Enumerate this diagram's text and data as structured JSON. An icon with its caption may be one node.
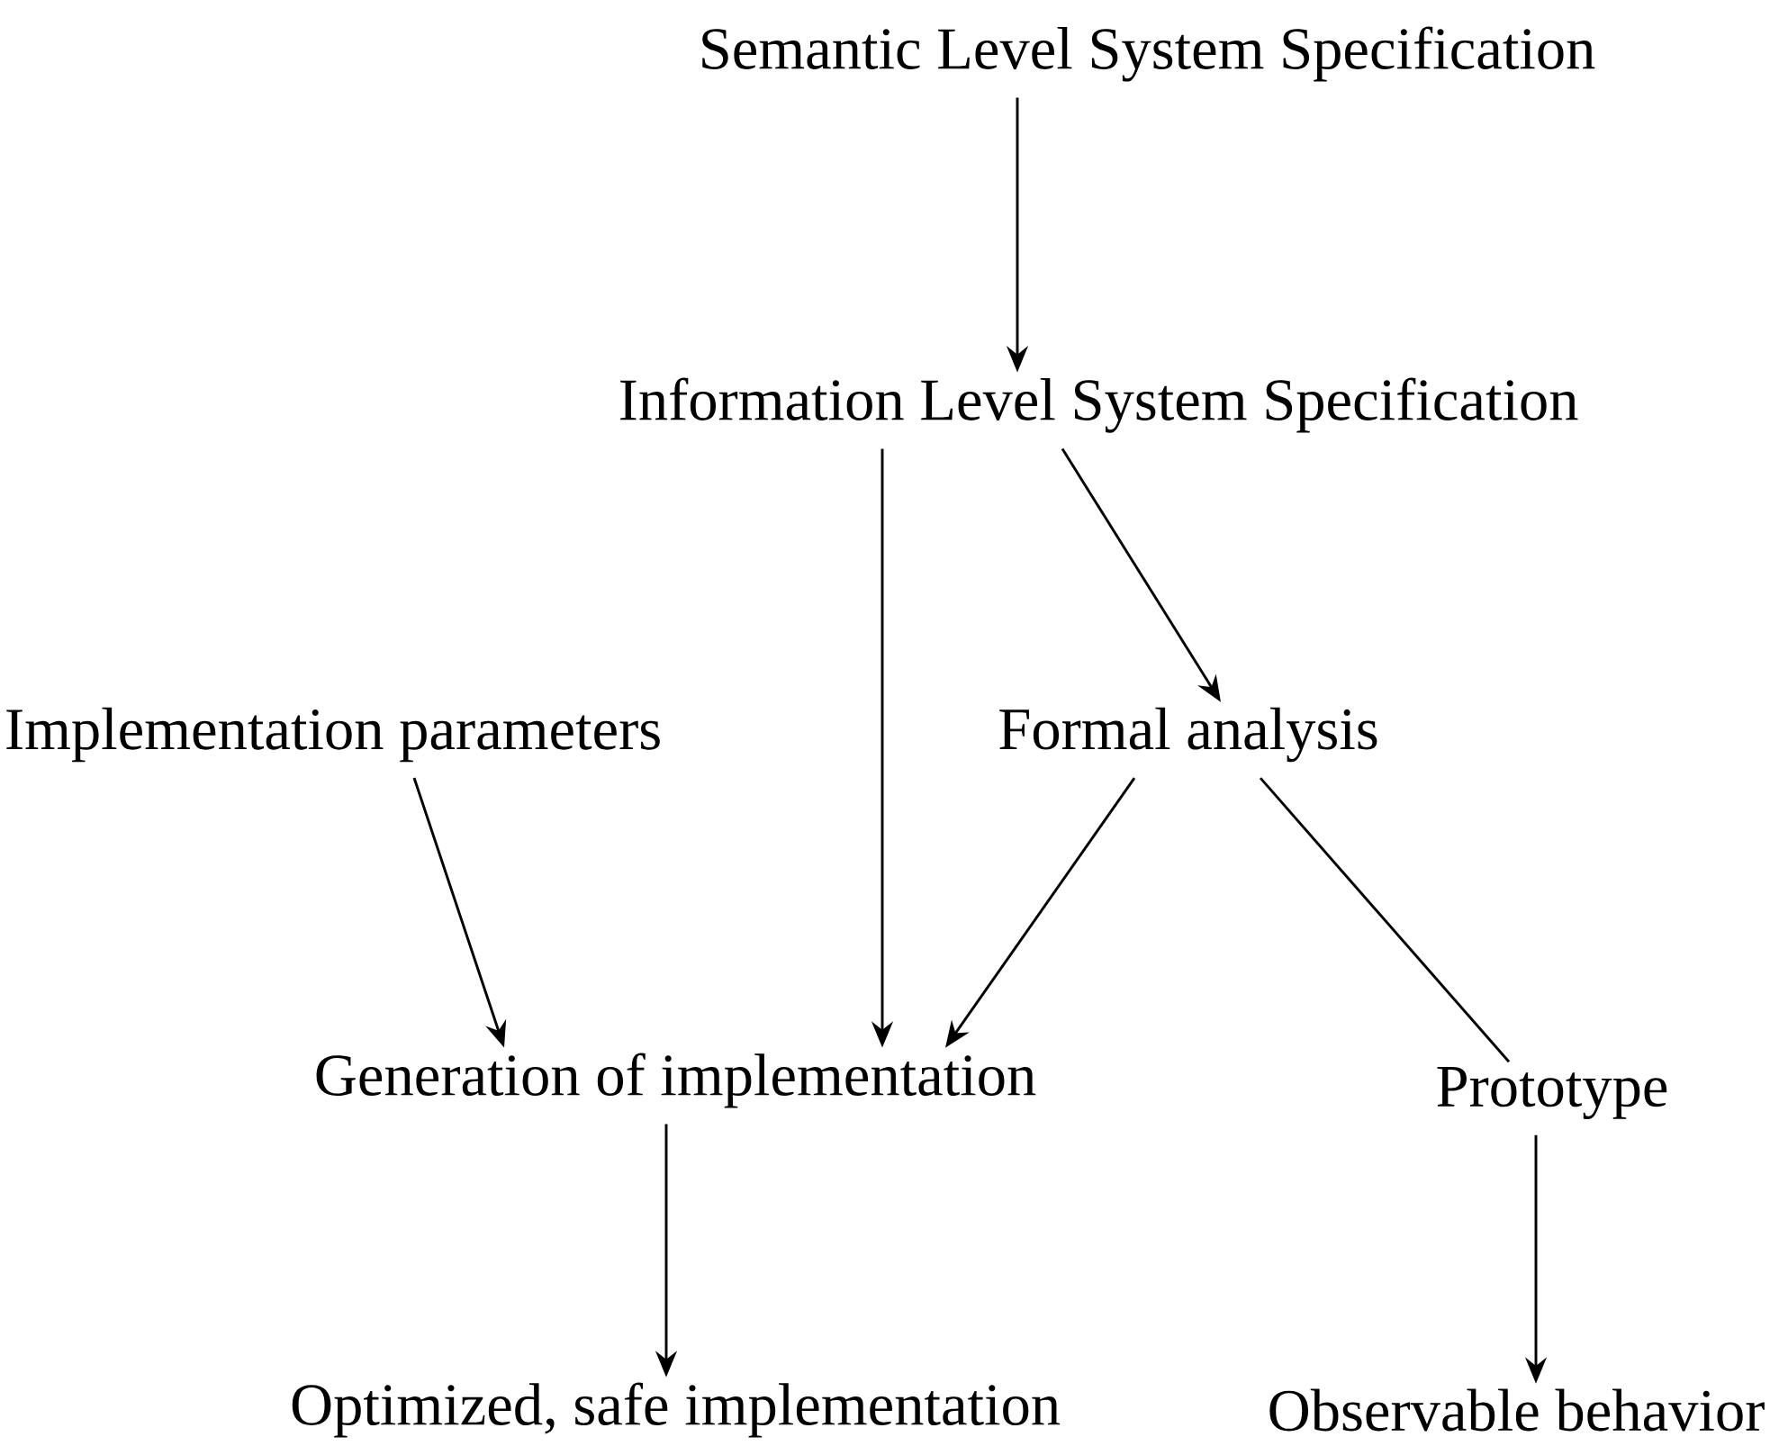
{
  "diagram": {
    "nodes": [
      {
        "text": [
          "Semantic Level System Specification"
        ]
      },
      {
        "text": [
          "Information Level System Specification"
        ]
      },
      {
        "text": [
          "Implementation parameters"
        ]
      },
      {
        "text": [
          "Formal analysis"
        ]
      },
      {
        "text": [
          "Generation of implementation"
        ]
      },
      {
        "text": [
          "Prototype"
        ]
      },
      {
        "text": [
          "Optimized, safe implementation"
        ]
      },
      {
        "text": [
          "Observable behavior"
        ]
      }
    ],
    "edges": [
      {
        "from": 0,
        "to": 1,
        "arrow": "to"
      },
      {
        "from": 1,
        "to": 4,
        "arrow": "to"
      },
      {
        "from": 1,
        "to": 3,
        "arrow": "to"
      },
      {
        "from": 2,
        "to": 4,
        "arrow": "to"
      },
      {
        "from": 3,
        "to": 4,
        "arrow": "to"
      },
      {
        "from": 3,
        "to": 5,
        "arrow": "none"
      },
      {
        "from": 4,
        "to": 6,
        "arrow": "to"
      },
      {
        "from": 5,
        "to": 7,
        "arrow": "to"
      }
    ]
  }
}
